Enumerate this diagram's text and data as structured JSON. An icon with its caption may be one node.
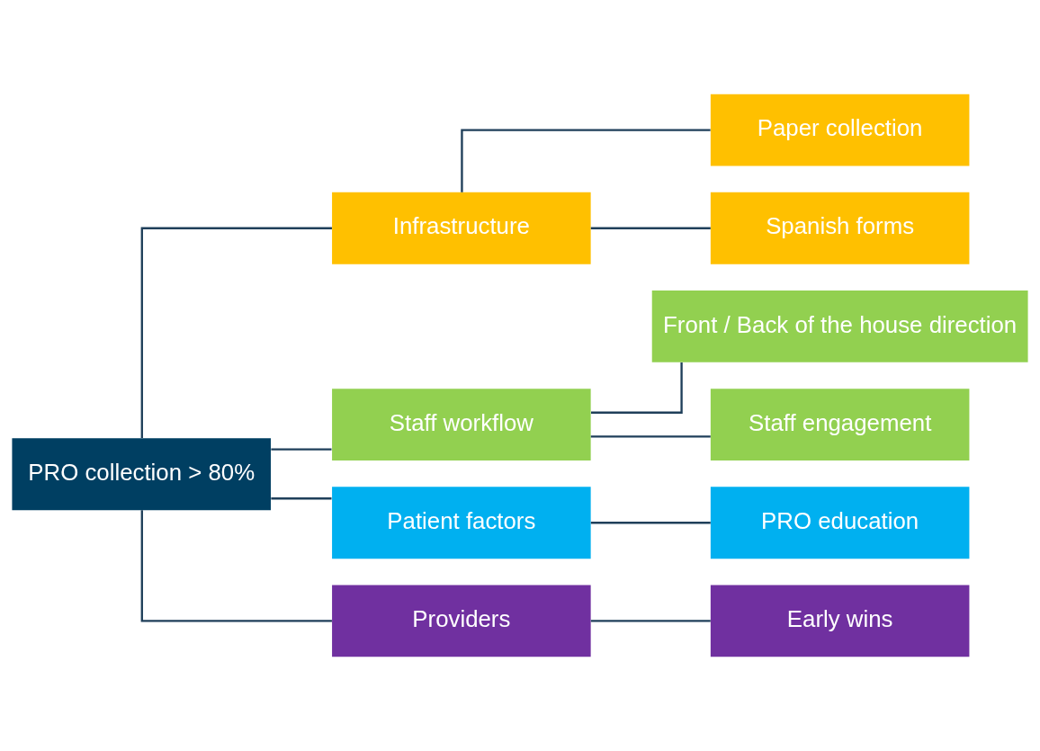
{
  "diagram": {
    "nodes": [
      {
        "text": [
          "PRO collection > 80%"
        ]
      },
      {
        "text": [
          "Infrastructure"
        ]
      },
      {
        "text": [
          "Staff workflow"
        ]
      },
      {
        "text": [
          "Patient factors"
        ]
      },
      {
        "text": [
          "Providers"
        ]
      },
      {
        "text": [
          "Paper collection"
        ]
      },
      {
        "text": [
          "Spanish forms"
        ]
      },
      {
        "text": [
          "Front / Back of the house direction"
        ]
      },
      {
        "text": [
          "Staff engagement"
        ]
      },
      {
        "text": [
          "PRO education"
        ]
      },
      {
        "text": [
          "Early wins"
        ]
      }
    ],
    "edges": [
      {
        "from": 0,
        "to": 1,
        "arrow": "none"
      },
      {
        "from": 0,
        "to": 2,
        "arrow": "none"
      },
      {
        "from": 0,
        "to": 3,
        "arrow": "none"
      },
      {
        "from": 0,
        "to": 4,
        "arrow": "none"
      },
      {
        "from": 1,
        "to": 5,
        "arrow": "none"
      },
      {
        "from": 1,
        "to": 6,
        "arrow": "none"
      },
      {
        "from": 2,
        "to": 7,
        "arrow": "none"
      },
      {
        "from": 2,
        "to": 8,
        "arrow": "none"
      },
      {
        "from": 3,
        "to": 9,
        "arrow": "none"
      },
      {
        "from": 4,
        "to": 10,
        "arrow": "none"
      }
    ]
  }
}
